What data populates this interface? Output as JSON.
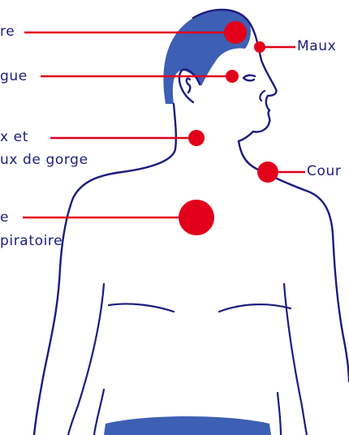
{
  "colors": {
    "outline": "#1c1c80",
    "hair": "#3d5fb4",
    "marker": "#e2001a",
    "background": "#ffffff"
  },
  "labels": {
    "fever": "re",
    "fatigue": "gue",
    "cough_line1": "x et",
    "cough_line2": "ux de gorge",
    "breathing_line1": "e",
    "breathing_line2": "piratoire",
    "headache": "Maux",
    "aches": "Cour"
  }
}
